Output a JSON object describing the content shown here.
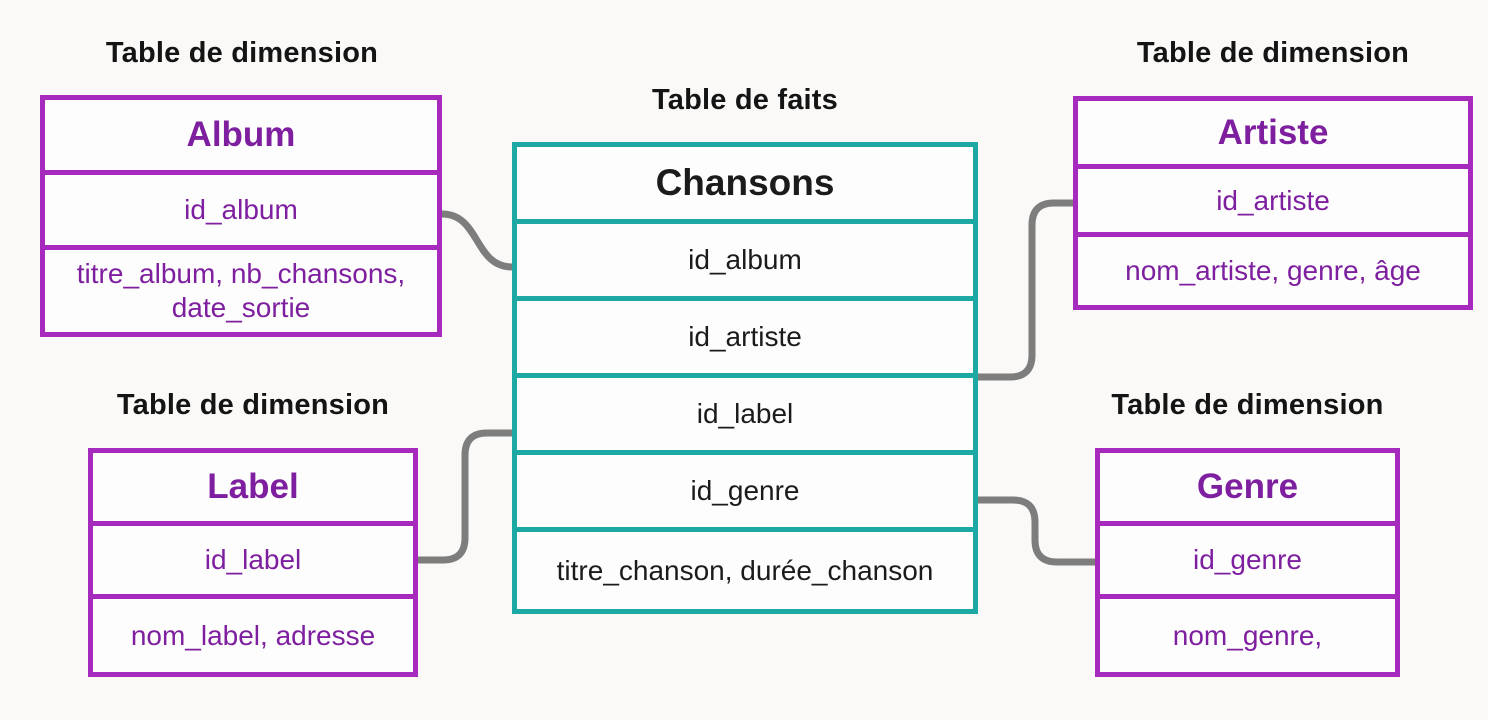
{
  "titles": {
    "fact": "Table de faits",
    "dim_top_left": "Table de dimension",
    "dim_top_right": "Table de dimension",
    "dim_bottom_left": "Table de dimension",
    "dim_bottom_right": "Table de dimension"
  },
  "fact_table": {
    "name": "Chansons",
    "rows": [
      "id_album",
      "id_artiste",
      "id_label",
      "id_genre",
      "titre_chanson, durée_chanson"
    ]
  },
  "dimension_tables": [
    {
      "name": "Album",
      "key": "id_album",
      "attributes": "titre_album, nb_chansons, date_sortie"
    },
    {
      "name": "Artiste",
      "key": "id_artiste",
      "attributes": "nom_artiste, genre, âge"
    },
    {
      "name": "Label",
      "key": "id_label",
      "attributes": "nom_label, adresse"
    },
    {
      "name": "Genre",
      "key": "id_genre",
      "attributes": "nom_genre,"
    }
  ],
  "colors": {
    "dimension_border": "#a72abf",
    "dimension_text": "#7e1f9f",
    "fact_border": "#1ca9a4",
    "fact_text": "#1b1b1b",
    "connector": "#7d7d7d",
    "background": "#faf9f7"
  }
}
